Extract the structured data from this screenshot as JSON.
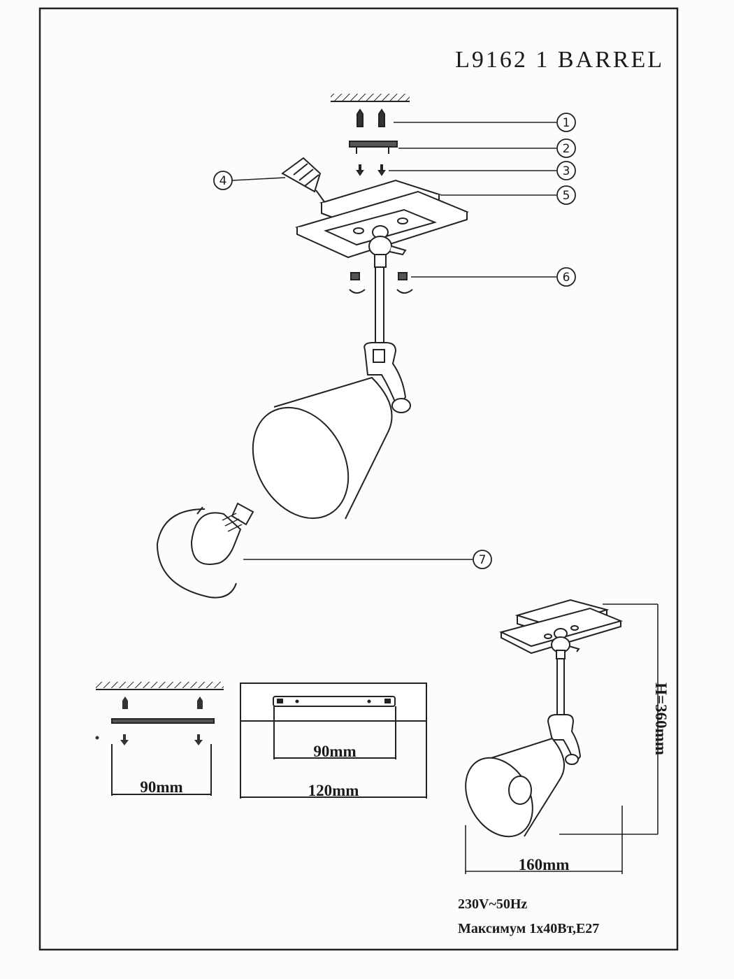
{
  "title": "L9162 1 BARREL",
  "callouts": [
    "1",
    "2",
    "3",
    "4",
    "5",
    "6",
    "7"
  ],
  "dimensions": {
    "bracket_hole_spacing": "90mm",
    "plate_hole_spacing": "90mm",
    "plate_width": "120mm",
    "fixture_width": "160mm",
    "fixture_height": "H=360mm"
  },
  "specs": {
    "voltage": "230V~50Hz",
    "max_power": "Максимум 1x40Вт,E27"
  }
}
